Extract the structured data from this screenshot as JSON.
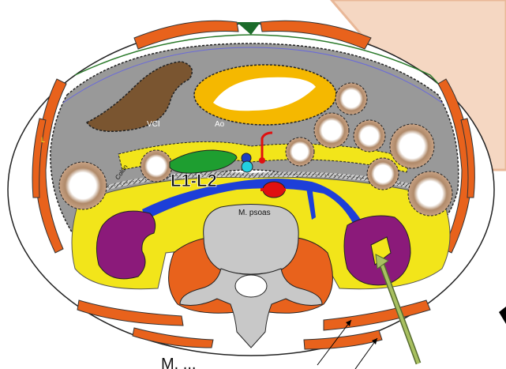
{
  "labels": {
    "vci": "VCI",
    "ao": "Ao",
    "level": "L1-L2",
    "psoas": "M. psoas",
    "colon": "Colon",
    "bottom_label": "M. ...",
    "side_mark": "L"
  },
  "colors": {
    "muscle": "#e8621c",
    "fat_gray": "#999999",
    "retroperitoneum": "#f2e51a",
    "kidney": "#8b1a7a",
    "liver": "#7a5530",
    "aorta_wall": "#f5b800",
    "vein": "#1d3fd8",
    "artery": "#e01010",
    "pancreas": "#1e9e30",
    "vertebra": "#c8c8c8",
    "needle": "#8aa050"
  }
}
